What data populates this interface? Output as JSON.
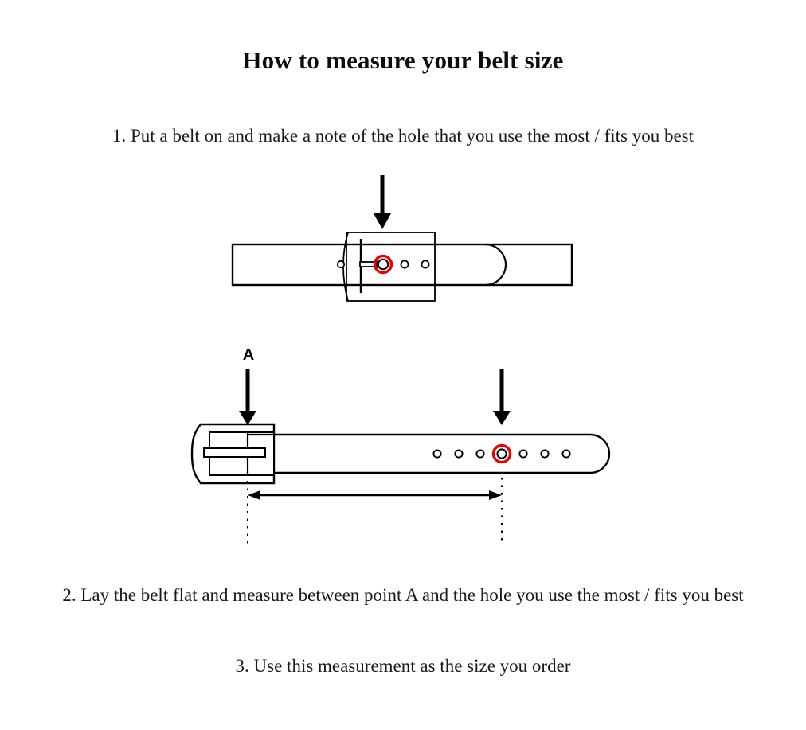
{
  "page": {
    "title": "How to measure your belt size",
    "background_color": "#ffffff",
    "ink_color": "#000000",
    "highlight_color": "#ee0000"
  },
  "steps": [
    {
      "id": "step-1",
      "text": "1. Put a belt on and make a note of the hole that you use the most / fits you best"
    },
    {
      "id": "step-2",
      "text": "2. Lay the belt flat and measure between point A and the hole you use the most / fits you best"
    },
    {
      "id": "step-3",
      "text": "3. Use this measurement as the size you order"
    }
  ],
  "diagram_worn": {
    "name": "belt-worn-through-buckle",
    "arrow_label": "",
    "holes_total": 4,
    "highlighted_hole_index": 2,
    "highlight_color": "#ee0000",
    "note": "Belt fastened through buckle, arrow points down at the hole in use"
  },
  "diagram_flat": {
    "name": "belt-laid-flat",
    "point_label": "A",
    "holes_total": 7,
    "highlighted_hole_index": 4,
    "highlight_color": "#ee0000",
    "measurement_from": "A",
    "measurement_to": "highlighted hole",
    "note": "Double headed arrow measures from point A to the highlighted hole"
  }
}
